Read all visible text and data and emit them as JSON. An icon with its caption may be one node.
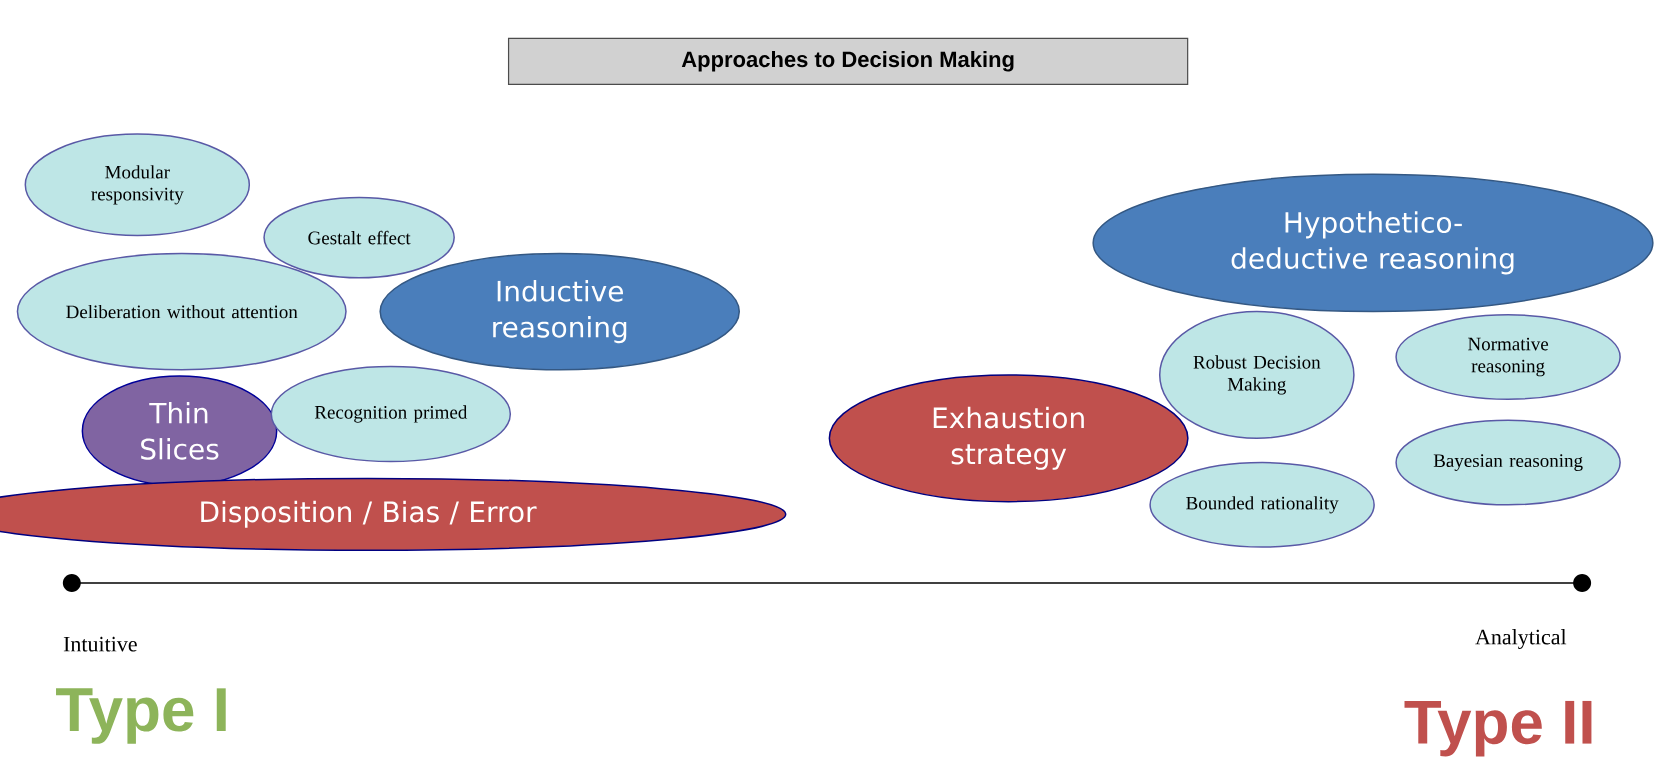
{
  "diagram": {
    "title": "Approaches to Decision Making",
    "nodes": [
      {
        "text": [
          "Modular responsivity"
        ]
      },
      {
        "text": [
          "Gestalt effect"
        ]
      },
      {
        "text": [
          "Deliberation without attention"
        ]
      },
      {
        "text": [
          "Inductive reasoning"
        ]
      },
      {
        "text": [
          "Thin Slices"
        ]
      },
      {
        "text": [
          "Recognition primed"
        ]
      },
      {
        "text": [
          "Disposition / Bias / Error"
        ]
      },
      {
        "text": [
          "Hypothetico- deductive reasoning"
        ]
      },
      {
        "text": [
          "Robust Decision Making"
        ]
      },
      {
        "text": [
          "Normative reasoning"
        ]
      },
      {
        "text": [
          "Exhaustion strategy"
        ]
      },
      {
        "text": [
          "Bounded rationality"
        ]
      },
      {
        "text": [
          "Bayesian reasoning"
        ]
      }
    ],
    "labels": [
      "Intuitive",
      "Analytical",
      "Type I",
      "Type II"
    ]
  }
}
